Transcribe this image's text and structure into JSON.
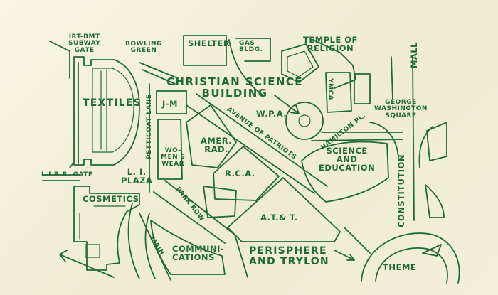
{
  "map": {
    "labels": {
      "ird_bmt_line1": "IRT-BMT",
      "ird_bmt_line2": "SUBWAY",
      "ird_bmt_line3": "GATE",
      "bowling_line1": "BOWLING",
      "bowling_line2": "GREEN",
      "shelter": "SHELTER",
      "gas_line1": "GAS",
      "gas_line2": "BLDG.",
      "temple_line1": "TEMPLE OF",
      "temple_line2": "RELIGION",
      "christian_line1": "CHRISTIAN SCIENCE",
      "christian_line2": "BUILDING",
      "ymca": "YMCA",
      "mall": "MALL",
      "george_line1": "GEORGE",
      "george_line2": "WASHINGTON",
      "george_line3": "SQUARE",
      "textiles": "TEXTILES",
      "petticoat_lane": "PETTICOAT LANE",
      "jm": "J-M",
      "avenue_of_patriots": "AVENUE OF PATRIOTS",
      "wpa": "W.P.A.",
      "hamilton_pl": "HAMILTON PL.",
      "amer_rad_line1": "AMER.",
      "amer_rad_line2": "RAD.",
      "womens_wear_line1": "WO-",
      "womens_wear_line2": "MEN'S",
      "womens_wear_line3": "WEAR",
      "science_line1": "SCIENCE",
      "science_line2": "AND",
      "science_line3": "EDUCATION",
      "constitution": "CONSTITUTION",
      "lirr_gate": "L.I.R.R. GATE",
      "li_plaza_line1": "L. I.",
      "li_plaza_line2": "PLAZA",
      "rca": "R.C.A.",
      "cosmetics": "COSMETICS",
      "park_row": "PARK ROW",
      "att": "A.T.& T.",
      "main": "MAIN",
      "communications_line1": "COMMUNI-",
      "communications_line2": "CATIONS",
      "perisphere_line1": "PERISPHERE",
      "perisphere_line2": "AND TRYLON",
      "theme": "THEME"
    },
    "colors": {
      "ink": "#1f6b36",
      "paper": "#f4f1dc"
    }
  }
}
